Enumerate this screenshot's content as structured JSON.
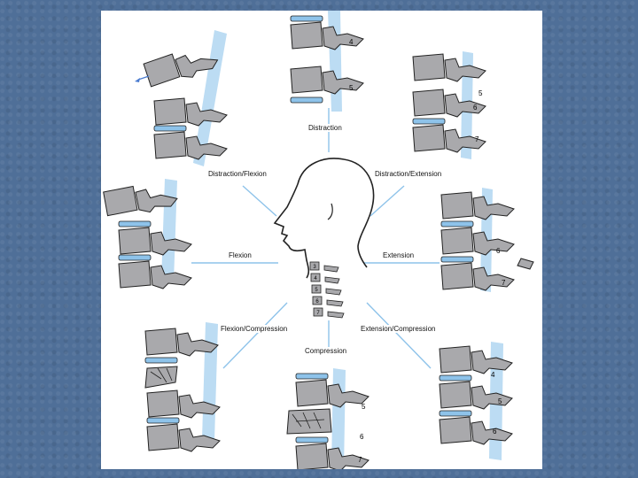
{
  "labels": {
    "distraction": "Distraction",
    "distraction_flexion": "Distraction/Flexion",
    "distraction_extension": "Distraction/Extension",
    "flexion": "Flexion",
    "extension": "Extension",
    "flexion_compression": "Flexion/Compression",
    "extension_compression": "Extension/Compression",
    "compression": "Compression"
  },
  "vertebra_numbers": {
    "distraction": [
      "4",
      "5"
    ],
    "distraction_extension": [
      "5",
      "6",
      "7"
    ],
    "extension": [
      "6",
      "7"
    ],
    "extension_compression": [
      "4",
      "5",
      "6"
    ],
    "compression": [
      "5",
      "6",
      "7"
    ],
    "neck": [
      "3",
      "4",
      "5",
      "6",
      "7"
    ]
  },
  "colors": {
    "slide_background": "#4f6f98",
    "bone": "#a9a9ac",
    "disc": "#8ec3ea",
    "ligament": "#bcdcf3",
    "outline": "#222222"
  }
}
